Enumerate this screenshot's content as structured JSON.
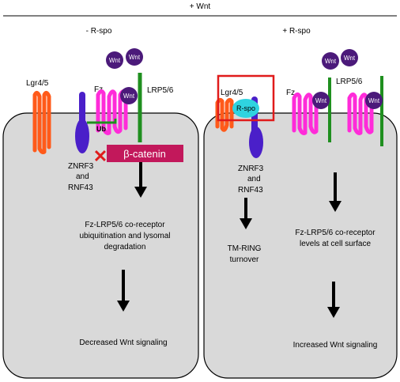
{
  "header": {
    "title": "+ Wnt"
  },
  "left_panel": {
    "condition": "- R-spo",
    "labels": {
      "lgr": "Lgr4/5",
      "fz": "Fz",
      "lrp": "LRP5/6",
      "ub": "Ub",
      "znrf3": "ZNRF3",
      "and": "and",
      "rnf43": "RNF43",
      "beta_catenin": "β-catenin",
      "outcome_line1": "Fz-LRP5/6 co-receptor",
      "outcome_line2": "ubiquitination and lysomal",
      "outcome_line3": "degradation",
      "result": "Decreased Wnt signaling"
    },
    "wnt_label": "Wnt"
  },
  "right_panel": {
    "condition": "+ R-spo",
    "labels": {
      "lgr": "Lgr4/5",
      "rspo": "R-spo",
      "fz": "Fz",
      "lrp": "LRP5/6",
      "znrf3": "ZNRF3",
      "and": "and",
      "rnf43": "RNF43",
      "turnover_line1": "TM-RING",
      "turnover_line2": "turnover",
      "outcome_line1": "Fz-LRP5/6 co-receptor",
      "outcome_line2": "levels at cell surface",
      "result": "Increased Wnt signaling"
    },
    "wnt_label": "Wnt"
  },
  "colors": {
    "cell_fill": "#d9d9d9",
    "lgr": "#ff5a1a",
    "fz": "#ff2bd9",
    "lrp": "#1f8f1f",
    "znrf3": "#4a1fc9",
    "wnt": "#4b1a7a",
    "beta_catenin": "#c2185b",
    "rspo": "#2fd3e0",
    "highlight": "#e01b1b",
    "inhibit_x": "#e01b1b"
  }
}
